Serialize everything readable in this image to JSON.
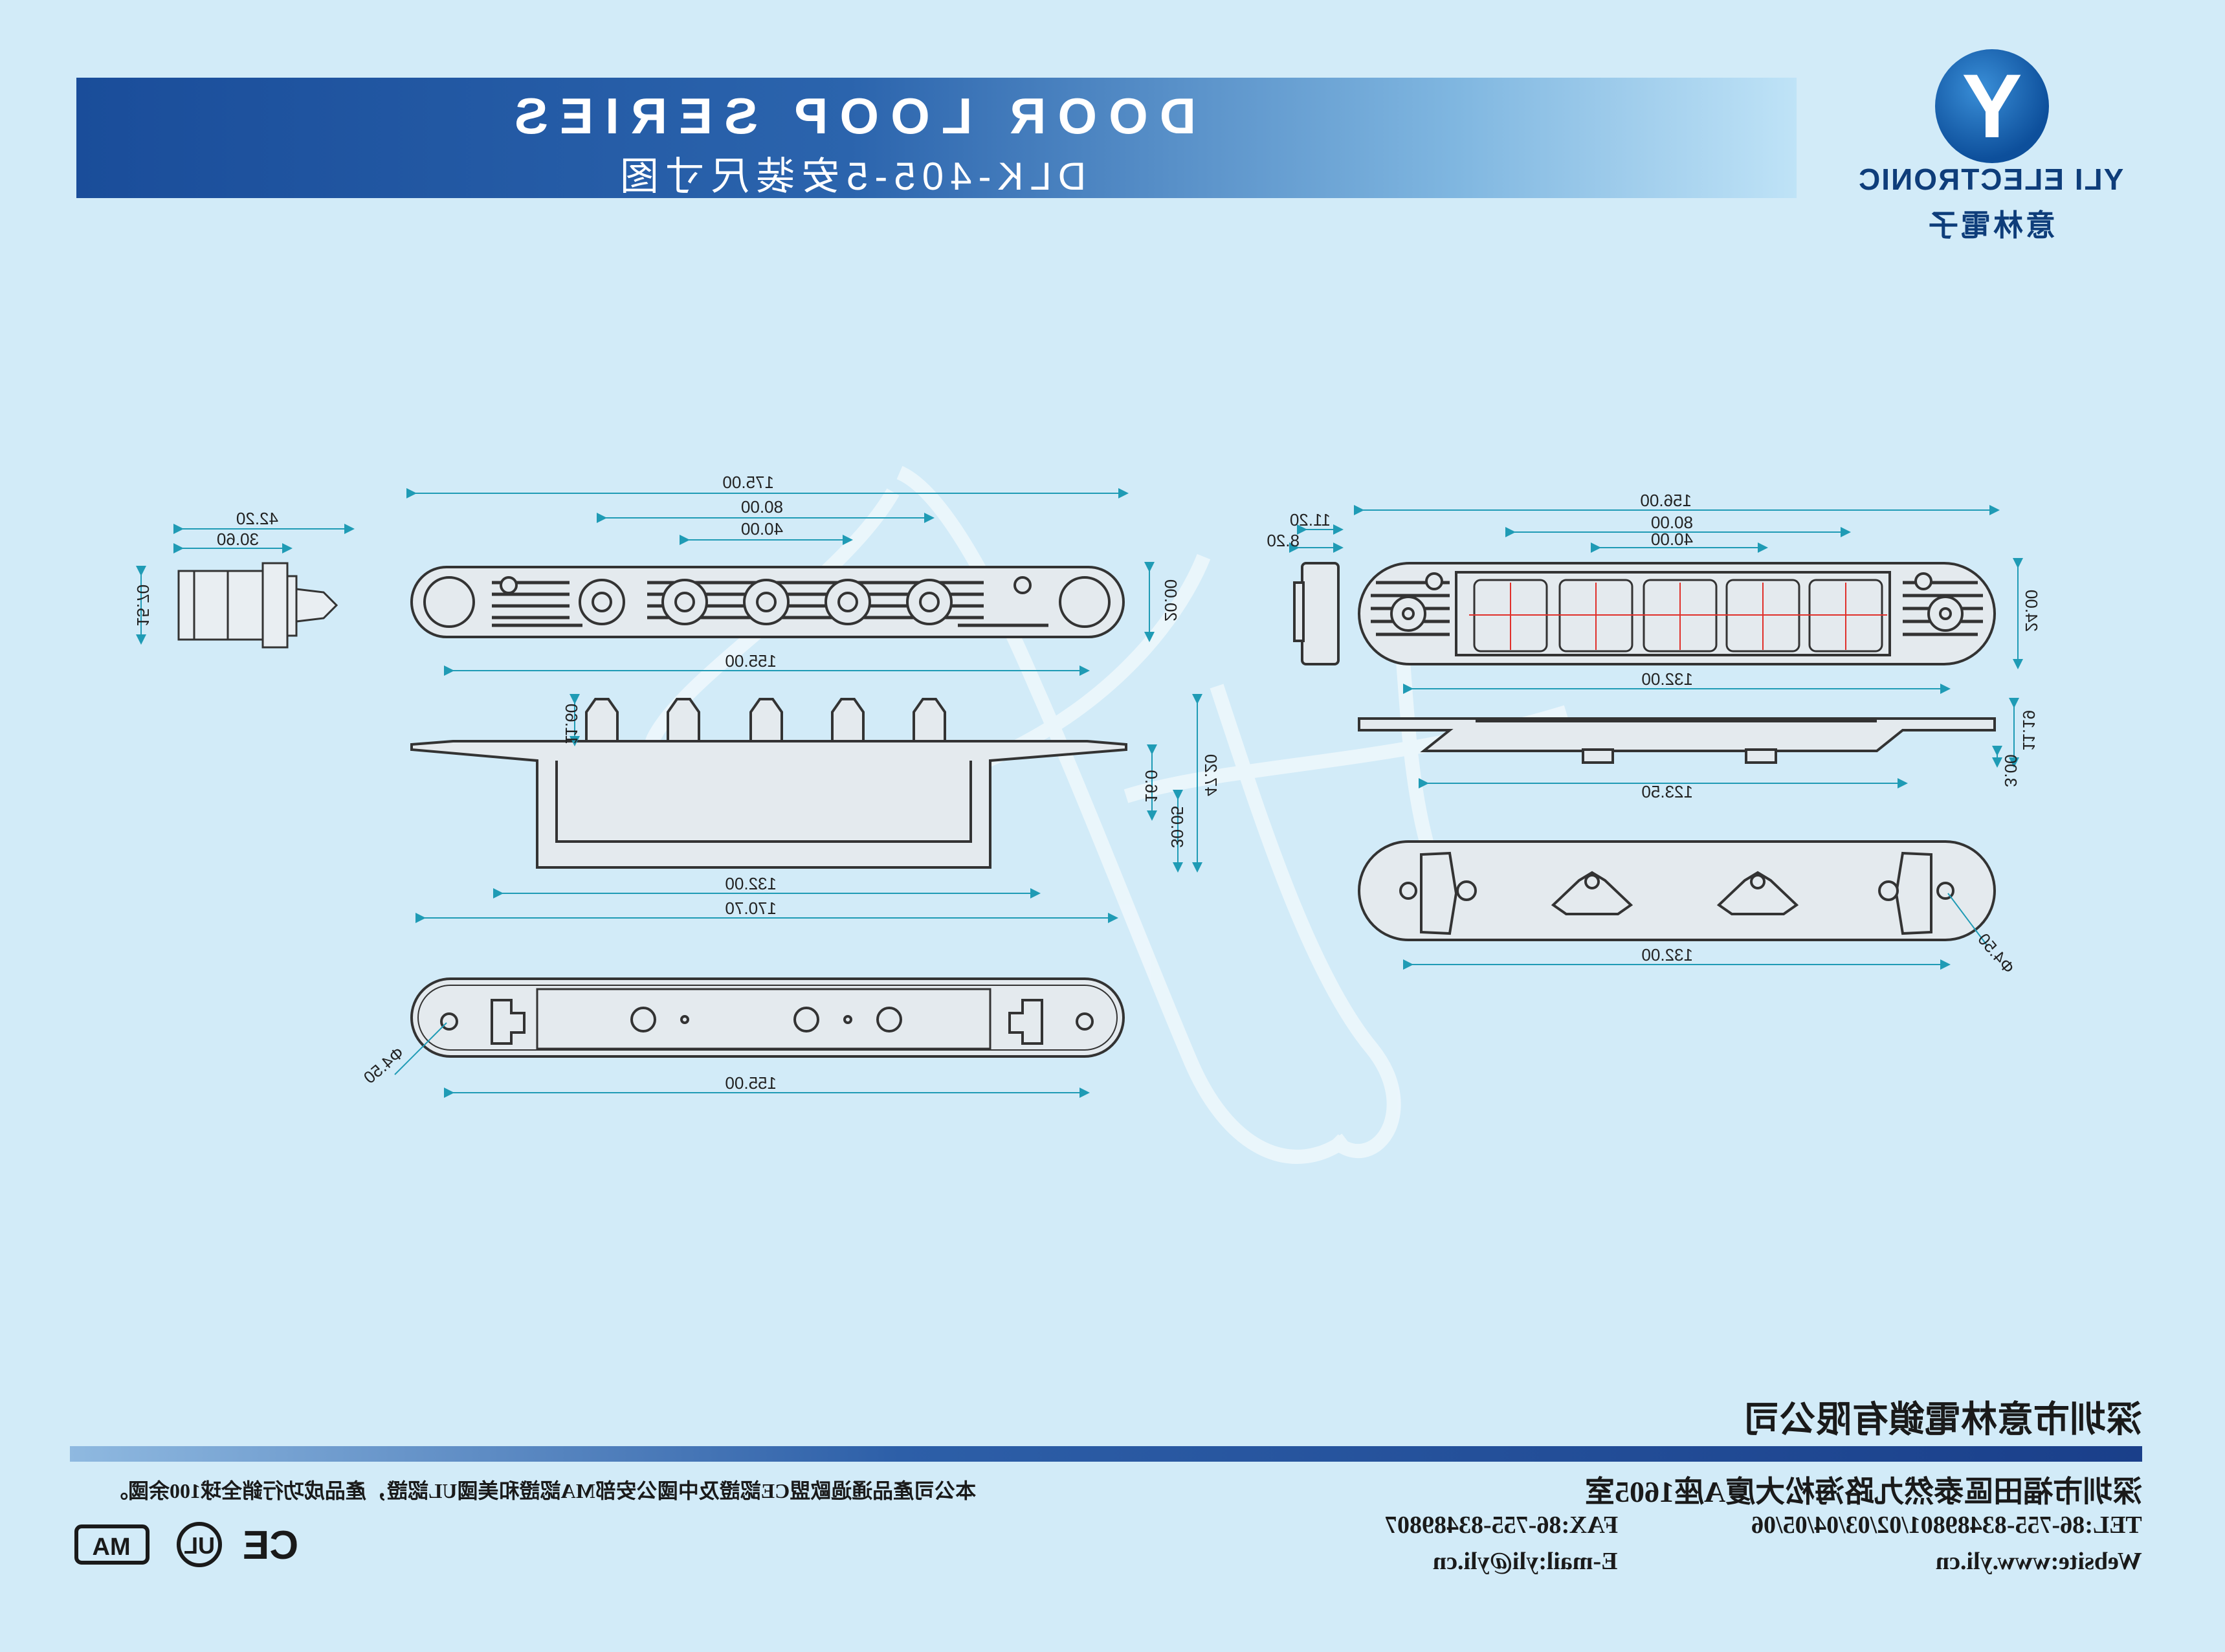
{
  "header": {
    "title": "DOOR LOOP SERIES",
    "subtitle": "DLK-405-5安装尺寸图"
  },
  "logo": {
    "letter": "Y",
    "name_en": "YLI ELECTRONIC",
    "name_cn": "意林電子",
    "colors": {
      "circle": "#0d4f9b",
      "text": "#0e3d7a"
    }
  },
  "drawing": {
    "dimensions": {
      "side_width_overall": "42.20",
      "side_width_body": "30.60",
      "side_height": "15.70",
      "top_length": "175.00",
      "top_spacing_outer": "80.00",
      "top_spacing_inner": "40.00",
      "top_height": "20.00",
      "top_hole_span": "155.00",
      "front_pin_height": "11.60",
      "front_depth_a": "16.0",
      "front_depth_b": "30.05",
      "front_total_height": "47.20",
      "front_inner_width": "132.00",
      "front_outer_width": "170.70",
      "bottom_hole_span": "155.00",
      "bottom_hole_dia": "Φ4.50",
      "mate_side_width": "11.20",
      "mate_side_flange": "8.20",
      "mate_top_length": "156.00",
      "mate_top_spacing_outer": "80.00",
      "mate_top_spacing_inner": "40.00",
      "mate_top_height": "24.00",
      "mate_top_span": "132.00",
      "mate_front_height": "11.19",
      "mate_front_offset": "3.00",
      "mate_front_width": "123.50",
      "mate_bottom_span": "132.00",
      "mate_bottom_hole_dia": "Φ4.50"
    }
  },
  "footer": {
    "company": "深圳市意林電鎖有限公司",
    "address": "深圳市福田區泰然九路海松大廈A座1605室",
    "tel": "TEL:86-755-83489801/02/03/04/05/06",
    "fax": "FAX:86-755-83489807",
    "website": "Website:www.yli.cn",
    "email": "E-mail:yli@yli.cn",
    "cert_note": "本公司產品通過歐盟CE認證及中國公安部MA認證和美國UL認證，產品成功行銷全球100余國。",
    "cert_marks": [
      "MA",
      "UL",
      "CE"
    ],
    "bar_color": "#1a3f8a"
  }
}
